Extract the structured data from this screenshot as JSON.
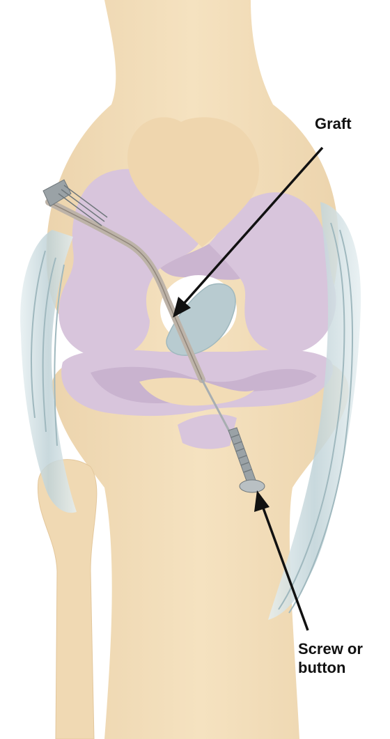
{
  "labels": {
    "graft": "Graft",
    "screw_line1": "Screw or",
    "screw_line2": "button"
  },
  "colors": {
    "bone": "#f3dfba",
    "bone_shadow": "#e6cca2",
    "cartilage": "#d8c5dc",
    "cartilage_dark": "#c7b0cd",
    "ligament": "#c8d8dc",
    "ligament_stroke": "#9fb8be",
    "graft": "#bdb3a8",
    "hardware": "#9aa2a6",
    "arrow": "#111111"
  },
  "icons": {
    "femur": "femur-bone",
    "tibia": "tibia-bone",
    "fibula": "fibula-bone",
    "patella": "patella",
    "graft": "acl-graft",
    "screw": "fixation-screw"
  }
}
